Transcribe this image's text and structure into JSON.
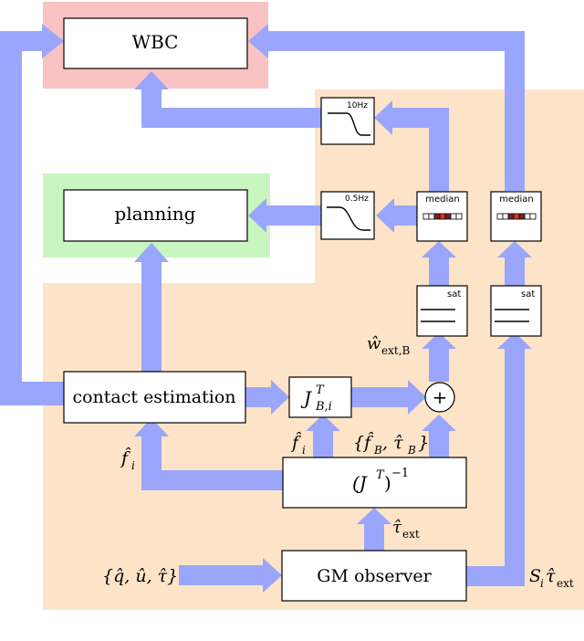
{
  "colors": {
    "arrow": "#9aa6fb",
    "region_beige": "#fde4c8",
    "region_red": "#f9c3c3",
    "region_green": "#c9f5c0",
    "box_stroke": "#000000",
    "box_fill": "#ffffff",
    "median_red_cell": "#e03030",
    "median_dark_cell": "#6b2a2a"
  },
  "blocks": {
    "wbc": "WBC",
    "planning": "planning",
    "contact_estimation": "contact estimation",
    "gm_observer": "GM observer",
    "jacobian": "J",
    "jacobian_sup": "T",
    "jacobian_sub": "B,i",
    "inverse": "(J",
    "inverse_sup": "T",
    "inverse_tail": ")",
    "inverse_exp": "−1",
    "sum": "+"
  },
  "filters": {
    "lowpass_fast": "10Hz",
    "lowpass_slow": "0.5Hz",
    "median_left": "median",
    "median_right": "median",
    "sat_left": "sat",
    "sat_right": "sat"
  },
  "signals": {
    "w_ext_hat": "ŵ",
    "w_ext_sub": "ext,B",
    "f_hat_i_upper": "f̂",
    "f_hat_i_upper_sub": "i",
    "f_tau_B": "{f̂",
    "f_tau_B_sub1": "B",
    "f_tau_B_mid": ", τ̂",
    "f_tau_B_sub2": "B",
    "f_tau_B_end": "}",
    "f_hat_i_left": "f̂",
    "f_hat_i_left_sub": "i",
    "tau_ext": "τ̂",
    "tau_ext_sub": "ext",
    "inputs": "{q̂, û, τ̂}",
    "s_tau": "S",
    "s_tau_sub": "i",
    "s_tau_mid": "τ̂",
    "s_tau_sub2": "ext"
  }
}
